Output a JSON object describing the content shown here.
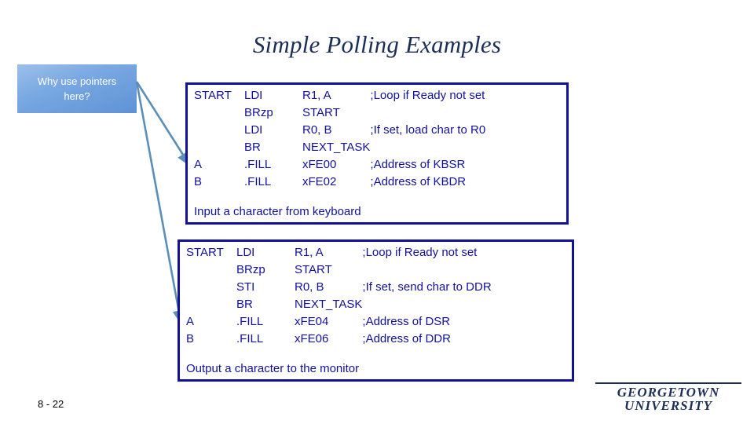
{
  "slide": {
    "title": "Simple Polling Examples",
    "page_number": "8 - 22",
    "background_color": "#ffffff",
    "title_color": "#1b2f56",
    "code_color": "#11119a",
    "box_border_color": "#11119a",
    "callout_color": "#7aa9e2",
    "arrow_color": "#5b8fb9"
  },
  "callout": {
    "name": "why-use-pointers-callout",
    "line1": "Why use pointers",
    "line2": "here?"
  },
  "blocks": [
    {
      "id": "input-example",
      "caption": "Input a character from keyboard",
      "rows": [
        {
          "label": "START",
          "op": "LDI",
          "operand": "R1, A",
          "comment": ";Loop if Ready not set"
        },
        {
          "label": "",
          "op": "BRzp",
          "operand": "START",
          "comment": ""
        },
        {
          "label": "",
          "op": "LDI",
          "operand": "R0, B",
          "comment": ";If set, load char to R0"
        },
        {
          "label": "",
          "op": "BR",
          "operand": "NEXT_TASK",
          "comment": ""
        },
        {
          "label": "A",
          "op": ".FILL",
          "operand": "xFE00",
          "comment": ";Address of KBSR"
        },
        {
          "label": "B",
          "op": ".FILL",
          "operand": "xFE02",
          "comment": ";Address of KBDR"
        }
      ]
    },
    {
      "id": "output-example",
      "caption": "Output a character to the monitor",
      "rows": [
        {
          "label": "START",
          "op": "LDI",
          "operand": "R1, A",
          "comment": ";Loop if Ready not set"
        },
        {
          "label": "",
          "op": "BRzp",
          "operand": "START",
          "comment": ""
        },
        {
          "label": "",
          "op": "STI",
          "operand": "R0, B",
          "comment": ";If set, send char to DDR"
        },
        {
          "label": "",
          "op": "BR",
          "operand": "NEXT_TASK",
          "comment": ""
        },
        {
          "label": "A",
          "op": ".FILL",
          "operand": "xFE04",
          "comment": ";Address of DSR"
        },
        {
          "label": "B",
          "op": ".FILL",
          "operand": "xFE06",
          "comment": ";Address of DDR"
        }
      ]
    }
  ],
  "logo": {
    "line1": "GEORGETOWN",
    "line2": "UNIVERSITY"
  }
}
